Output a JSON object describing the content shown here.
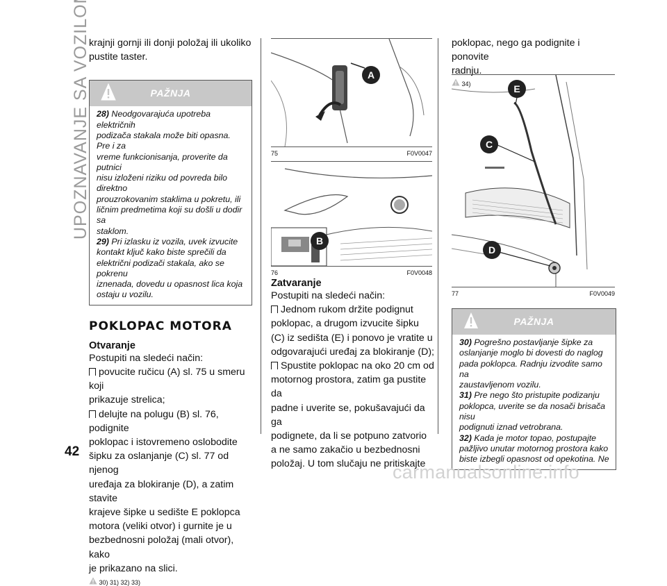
{
  "side_title": "UPOZNAVANJE SA VOZILOM",
  "page_number": "42",
  "footer": "carmanualsonline.info",
  "col1": {
    "intro": [
      "krajnji gornji ili donji položaj ili ukoliko",
      "pustite taster."
    ],
    "warning_title": "PAŽNJA",
    "warnings": [
      {
        "num": "28)",
        "lines": [
          "Neodgovarajuća upotreba električnih",
          "podizača stakala može biti opasna. Pre i za",
          "vreme funkcionisanja, proverite da putnici",
          "nisu izloženi riziku od povreda bilo direktno",
          "prouzrokovanim staklima u pokretu, ili",
          "ličnim predmetima koji su došli u dodir sa",
          "staklom."
        ]
      },
      {
        "num": "29)",
        "lines": [
          "Pri izlasku iz vozila, uvek izvucite",
          "kontakt ključ kako biste sprečili da",
          "električni podizači stakala, ako se pokrenu",
          "iznenada, dovedu u opasnost lica koja",
          "ostaju u vozilu."
        ]
      }
    ],
    "heading": "POKLOPAC MOTORA",
    "subheading": "Otvaranje",
    "body": [
      "Postupiti na sledeći način:",
      "povucite ručicu (A) sl. 75 u smeru koji",
      "prikazuje strelica;",
      "delujte na polugu (B) sl. 76, podignite",
      "poklopac i istovremeno oslobodite",
      "šipku za oslanjanje (C) sl. 77 od njenog",
      "uređaja za blokiranje (D), a zatim stavite",
      "krajeve šipke u sedište E poklopca",
      "motora (veliki otvor) i gurnite je u",
      "bezbednosni položaj (mali otvor), kako",
      "je prikazano na slici."
    ],
    "refs": "30) 31) 32) 33)"
  },
  "col2": {
    "fig75": {
      "num": "75",
      "code": "F0V0047",
      "callout": "A"
    },
    "fig76": {
      "num": "76",
      "code": "F0V0048",
      "callout": "B"
    },
    "subheading": "Zatvaranje",
    "body": [
      "Postupiti na sledeći način:",
      "Jednom rukom držite podignut",
      "poklopac, a drugom izvucite šipku",
      "(C) iz sedišta (E) i ponovo je vratite u",
      "odgovarajući uređaj za blokiranje (D);",
      "Spustite poklopac na oko 20 cm od",
      "motornog prostora, zatim ga pustite da",
      "padne i uverite se, pokušavajući da ga",
      "podignete, da li se potpuno zatvorio",
      "a ne samo zakačio u bezbednosni",
      "položaj. U tom slučaju ne pritiskajte"
    ]
  },
  "col3": {
    "intro": [
      "poklopac, nego ga podignite i ponovite",
      "radnju."
    ],
    "refs": "34)",
    "fig77": {
      "num": "77",
      "code": "F0V0049",
      "callouts": [
        "E",
        "C",
        "D"
      ]
    },
    "warning_title": "PAŽNJA",
    "warnings": [
      {
        "num": "30)",
        "lines": [
          "Pogrešno postavljanje šipke za",
          "oslanjanje moglo bi dovesti do naglog",
          "pada poklopca. Radnju izvodite samo na",
          "zaustavljenom vozilu."
        ]
      },
      {
        "num": "31)",
        "lines": [
          "Pre nego što pristupite podizanju",
          "poklopca, uverite se da nosači brisača nisu",
          "podignuti iznad vetrobrana."
        ]
      },
      {
        "num": "32)",
        "lines": [
          "Kada je motor topao, postupajte",
          "pažljivo unutar motornog prostora kako",
          "biste izbegli opasnost od opekotina. Ne"
        ]
      }
    ]
  }
}
